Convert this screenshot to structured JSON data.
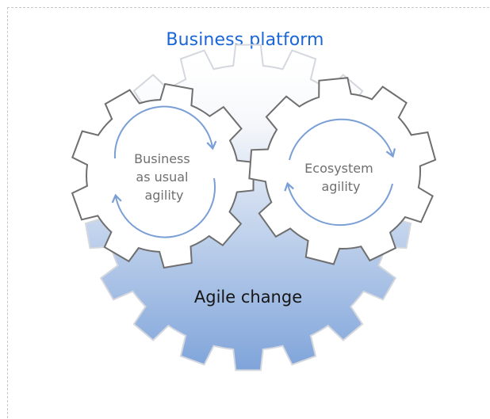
{
  "diagram": {
    "title": "Business platform",
    "outer_gear": {
      "label": "Agile change"
    },
    "left_gear": {
      "label_lines": [
        "Business",
        "as usual",
        "agility"
      ]
    },
    "right_gear": {
      "label_lines": [
        "Ecosystem",
        "agility"
      ]
    },
    "colors": {
      "title": "#1a66d6",
      "gear_outline": "#6f6f6f",
      "cycle_arrow": "#7a9fd6",
      "big_gear_top": "#ffffff",
      "big_gear_bottom": "#7fa4da",
      "dashed_border": "#c6c6c6"
    }
  }
}
